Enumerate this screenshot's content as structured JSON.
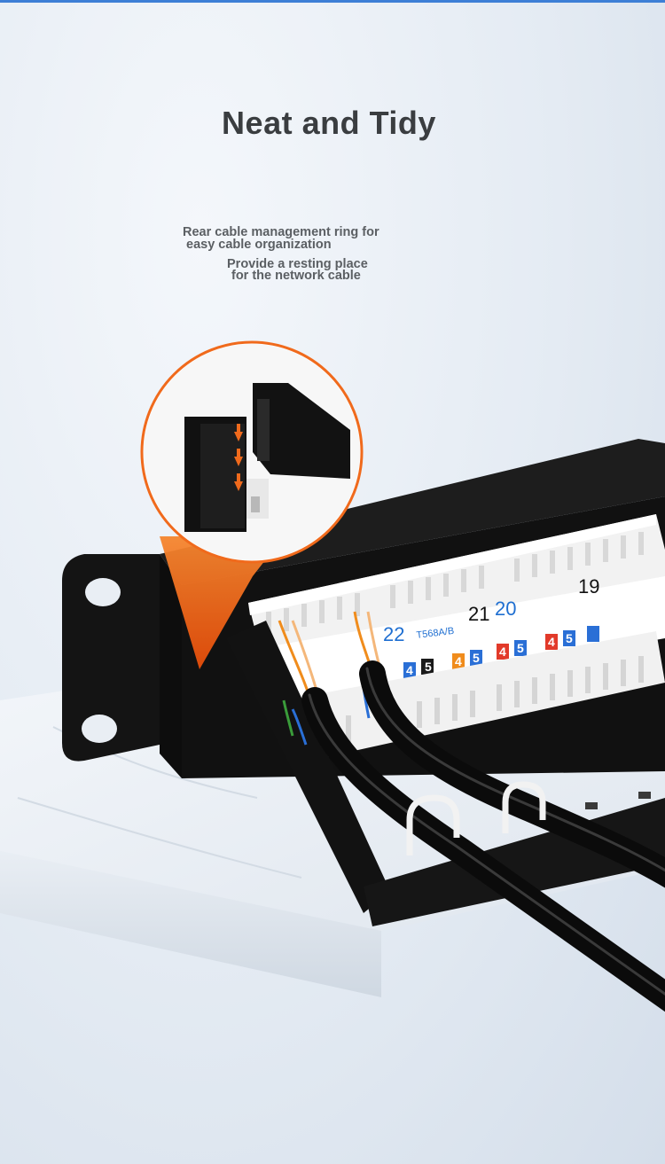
{
  "headline": "Neat and Tidy",
  "features": [
    {
      "line1": "Rear cable management ring for",
      "line2": "easy cable organization"
    },
    {
      "line1": "Provide a resting place",
      "line2": "for the network cable"
    }
  ],
  "panel": {
    "ports": [
      "22",
      "21",
      "20",
      "19"
    ],
    "wiring_standard": "T568A/B",
    "pin_labels": [
      "4",
      "5",
      "4",
      "5",
      "4",
      "5",
      "4",
      "5"
    ]
  },
  "colors": {
    "accent_orange": "#f06a1c",
    "panel_black": "#151515",
    "headline": "#3a3d40",
    "caption": "#5b5f63"
  }
}
